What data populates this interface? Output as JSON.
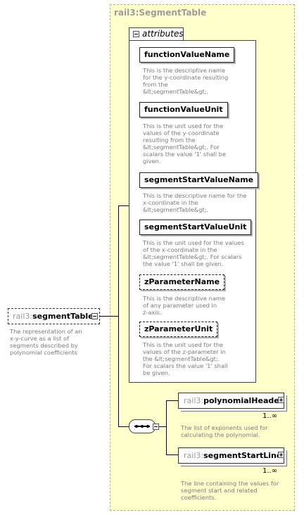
{
  "complex_type": {
    "title": "rail3:SegmentTable",
    "attributes_label": "attributes",
    "attributes": [
      {
        "name": "functionValueName",
        "optional": false,
        "description": "This is the descriptive name\nfor the y-coordinate resulting\nfrom the\n&lt;segmentTable&gt;."
      },
      {
        "name": "functionValueUnit",
        "optional": false,
        "description": "This is the unit used for the\nvalues of the y-coordinate\nresulting from the\n&lt;segmentTable&gt;. For\nscalars the value '1' shall be\ngiven."
      },
      {
        "name": "segmentStartValueName",
        "optional": false,
        "description": "This is the descriptive name for the\nx-coordinate in the\n&lt;segmentTable&gt;."
      },
      {
        "name": "segmentStartValueUnit",
        "optional": false,
        "description": "This is the unit used for the values\nof the x-coordinate in the\n&lt;segmentTable&gt;. For scalars\nthe value '1' shall be given."
      },
      {
        "name": "zParameterName",
        "optional": true,
        "description": "This is the descriptive name\nof any parameter used in\nz-axis."
      },
      {
        "name": "zParameterUnit",
        "optional": true,
        "description": "This is the unit used for the\nvalues of the z-parameter in\nthe &lt;segmentTable&gt;.\nFor scalars the value '1' shall\nbe given."
      }
    ]
  },
  "root_element": {
    "prefix": "rail3:",
    "name": "segmentTable",
    "description": "The representation of an\nx-y-curve as a list of\nsegments described by\npolynomial coefficients"
  },
  "children": [
    {
      "prefix": "rail3:",
      "name": "polynomialHeader",
      "cardinality": "1..∞",
      "description": "The list of exponents used for\ncalculating the polynomial."
    },
    {
      "prefix": "rail3:",
      "name": "segmentStartLine",
      "cardinality": "1..∞",
      "description": "The line containing the values for\nsegment start and related\ncoefficients."
    }
  ]
}
